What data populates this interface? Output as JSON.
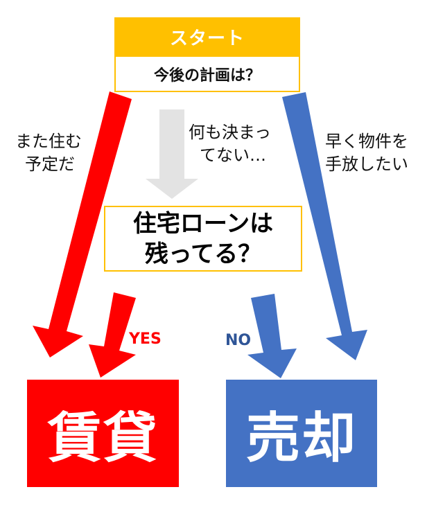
{
  "start": {
    "label": "スタート",
    "question": "今後の計画は？"
  },
  "branches": {
    "left_label_line1": "また住む",
    "left_label_line2": "予定だ",
    "middle_label_line1": "何も決まっ",
    "middle_label_line2": "てない…",
    "right_label_line1": "早く物件を",
    "right_label_line2": "手放したい"
  },
  "decision": {
    "line1": "住宅ローンは",
    "line2": "残ってる？",
    "yes": "YES",
    "no": "NO"
  },
  "results": {
    "rent": "賃貸",
    "sell": "売却"
  },
  "colors": {
    "start_fill": "#ffc000",
    "rent_red": "#ff0000",
    "sell_blue": "#4472c4",
    "neutral_arrow": "#e0e0e0"
  }
}
